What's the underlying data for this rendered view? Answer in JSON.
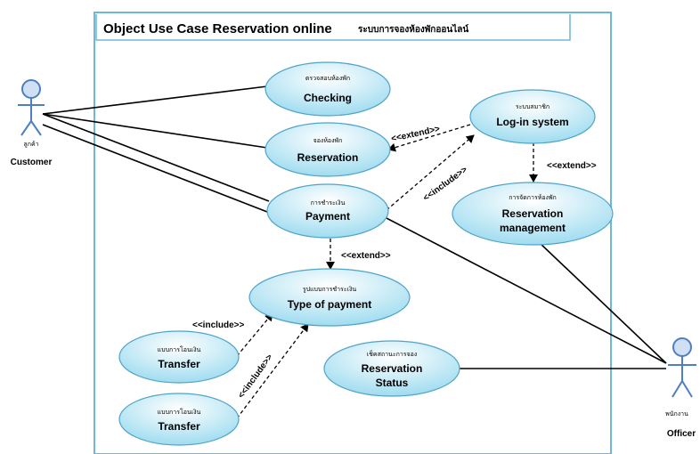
{
  "diagram": {
    "title": "Object Use Case Reservation online",
    "title_thai": "ระบบการจองห้องพักออนไลน์"
  },
  "actors": {
    "customer": {
      "name": "Customer",
      "thai": "ลูกค้า"
    },
    "officer": {
      "name": "Officer",
      "thai": "พนักงาน"
    }
  },
  "use_cases": {
    "checking": {
      "thai": "ตรวจสอบห้องพัก",
      "label": "Checking"
    },
    "reservation": {
      "thai": "จองห้องพัก",
      "label": "Reservation"
    },
    "payment": {
      "thai": "การชำระเงิน",
      "label": "Payment"
    },
    "login": {
      "thai": "ระบบสมาชิก",
      "label": "Log-in system"
    },
    "management": {
      "thai": "การจัดการห้องพัก",
      "label1": "Reservation",
      "label2": "management"
    },
    "type_payment": {
      "thai": "รูปแบบการชำระเงิน",
      "label": "Type of payment"
    },
    "transfer1": {
      "thai": "แบบการโอนเงิน",
      "label": "Transfer"
    },
    "transfer2": {
      "thai": "แบบการโอนเงิน",
      "label": "Transfer"
    },
    "status": {
      "thai": "เช็คสถานะการจอง",
      "label1": "Reservation",
      "label2": "Status"
    }
  },
  "relations": {
    "extend_login_reservation": "<<extend>>",
    "include_payment_login": "<<include>>",
    "extend_login_management": "<<extend>>",
    "extend_payment_type": "<<extend>>",
    "include_transfer1": "<<include>>",
    "include_transfer2": "<<include>>"
  },
  "colors": {
    "frame": "#6fb7d6",
    "ellipse_fill_top": "#ffffff",
    "ellipse_fill_bottom": "#9fdcf0",
    "ellipse_stroke": "#4fa3c8",
    "actor_stroke": "#4f7fc0",
    "actor_head": "#cfe0f4"
  }
}
